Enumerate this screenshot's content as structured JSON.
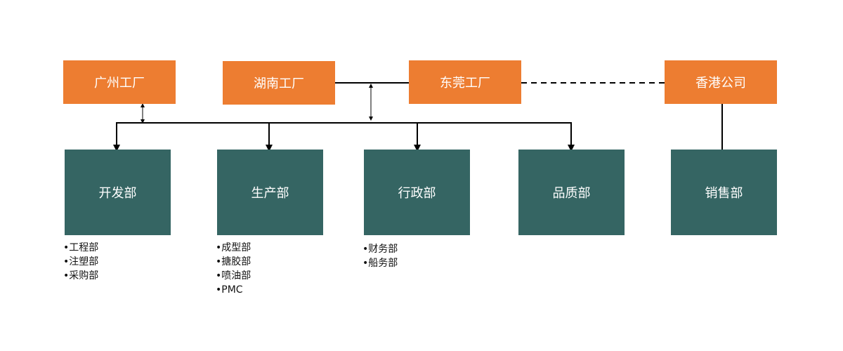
{
  "colors": {
    "factory": "#ED7D31",
    "department": "#356563",
    "line": "#000000",
    "text_light": "#ffffff",
    "text_dark": "#111111"
  },
  "factories": {
    "guangzhou": "广州工厂",
    "hunan": "湖南工厂",
    "dongguan": "东莞工厂",
    "hongkong": "香港公司"
  },
  "departments": {
    "development": {
      "label": "开发部",
      "subs": [
        "工程部",
        "注塑部",
        "采购部"
      ]
    },
    "production": {
      "label": "生产部",
      "subs": [
        "成型部",
        "搪胶部",
        "喷油部",
        "PMC"
      ]
    },
    "administration": {
      "label": "行政部",
      "subs": [
        "财务部",
        "船务部"
      ]
    },
    "quality": {
      "label": "品质部",
      "subs": []
    },
    "sales": {
      "label": "销售部",
      "subs": []
    }
  },
  "connections": [
    {
      "from": "hunan",
      "to": "dongguan",
      "style": "solid"
    },
    {
      "from": "dongguan",
      "to": "hongkong",
      "style": "dashed"
    },
    {
      "from": "hongkong",
      "to": "sales",
      "style": "solid"
    },
    {
      "from": "guangzhou",
      "to": "shared-bus",
      "style": "double-arrow"
    },
    {
      "from": "hunan-dongguan-link",
      "to": "shared-bus",
      "style": "double-arrow"
    },
    {
      "from": "shared-bus",
      "to": "development",
      "style": "arrow"
    },
    {
      "from": "shared-bus",
      "to": "production",
      "style": "arrow"
    },
    {
      "from": "shared-bus",
      "to": "administration",
      "style": "arrow"
    },
    {
      "from": "shared-bus",
      "to": "quality",
      "style": "arrow"
    }
  ]
}
